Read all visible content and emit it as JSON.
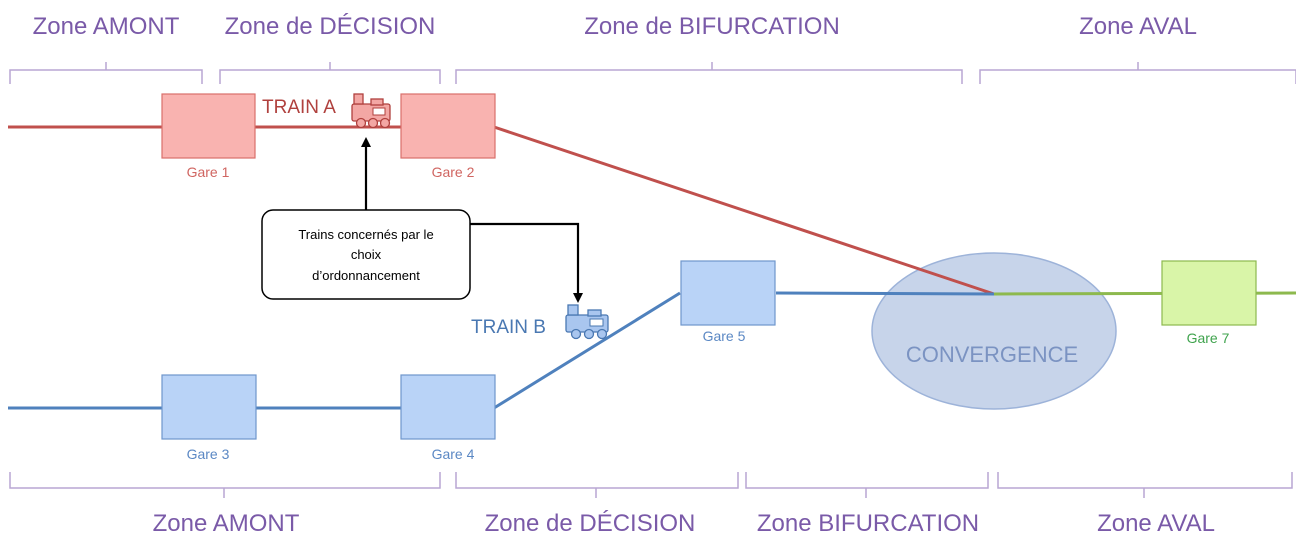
{
  "colors": {
    "zone_text": "#7a5aa8",
    "brace": "#b9a6d4",
    "line_a": "#c0504d",
    "line_b": "#4f81bd",
    "line_aval": "#8db94e",
    "station_a_fill": "#f9b3b0",
    "station_a_stroke": "#d9706c",
    "station_b_fill": "#b9d3f7",
    "station_b_stroke": "#6f96cc",
    "station_aval_fill": "#d9f5a8",
    "station_aval_stroke": "#8db94e",
    "convergence_fill": "#c7d4ea",
    "convergence_stroke": "#9db3d9",
    "convergence_text": "#7b93c2",
    "train_a_text": "#b0413e",
    "train_b_text": "#4a78b2",
    "station_a_text": "#d06561",
    "station_b_text": "#5b88c4",
    "station_aval_text": "#3fa34d"
  },
  "zones_top": [
    {
      "label": "Zone AMONT"
    },
    {
      "label": "Zone de DÉCISION"
    },
    {
      "label": "Zone de BIFURCATION"
    },
    {
      "label": "Zone AVAL"
    }
  ],
  "zones_bottom": [
    {
      "label": "Zone AMONT"
    },
    {
      "label": "Zone de DÉCISION"
    },
    {
      "label": "Zone BIFURCATION"
    },
    {
      "label": "Zone AVAL"
    }
  ],
  "stations": [
    {
      "id": "gare1",
      "label": "Gare 1",
      "line": "a"
    },
    {
      "id": "gare2",
      "label": "Gare 2",
      "line": "a"
    },
    {
      "id": "gare3",
      "label": "Gare 3",
      "line": "b"
    },
    {
      "id": "gare4",
      "label": "Gare 4",
      "line": "b"
    },
    {
      "id": "gare5",
      "label": "Gare 5",
      "line": "b"
    },
    {
      "id": "gare7",
      "label": "Gare 7",
      "line": "aval"
    }
  ],
  "trains": {
    "a": {
      "label": "TRAIN A",
      "icon": "locomotive-icon"
    },
    "b": {
      "label": "TRAIN B",
      "icon": "locomotive-icon"
    }
  },
  "callout": {
    "lines": [
      "Trains concernés  par le",
      "choix",
      "d’ordonnancement"
    ]
  },
  "convergence": {
    "label": "CONVERGENCE"
  }
}
